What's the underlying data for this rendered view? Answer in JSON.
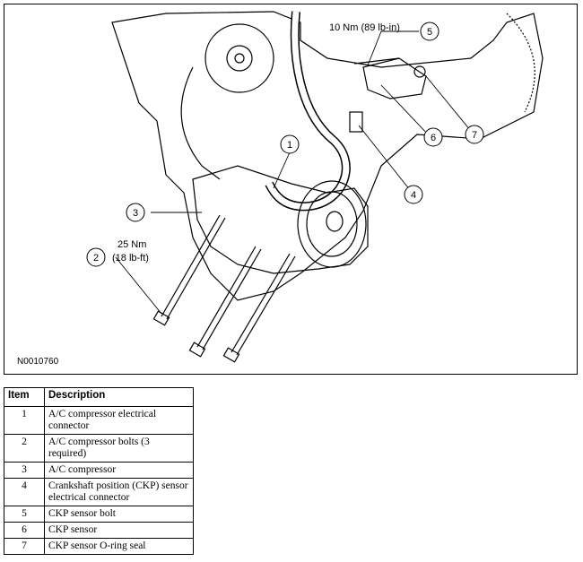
{
  "figure": {
    "id": "N0010760",
    "torque_top": "10 Nm (89 lb-in)",
    "torque_left_line1": "25 Nm",
    "torque_left_line2": "(18 lb-ft)",
    "callouts": [
      "1",
      "2",
      "3",
      "4",
      "5",
      "6",
      "7"
    ]
  },
  "table": {
    "headers": [
      "Item",
      "Description"
    ],
    "rows": [
      {
        "item": "1",
        "description": "A/C compressor electrical connector"
      },
      {
        "item": "2",
        "description": "A/C compressor bolts (3 required)"
      },
      {
        "item": "3",
        "description": "A/C compressor"
      },
      {
        "item": "4",
        "description": "Crankshaft position (CKP) sensor electrical connector"
      },
      {
        "item": "5",
        "description": "CKP sensor bolt"
      },
      {
        "item": "6",
        "description": "CKP sensor"
      },
      {
        "item": "7",
        "description": "CKP sensor O-ring seal"
      }
    ]
  }
}
